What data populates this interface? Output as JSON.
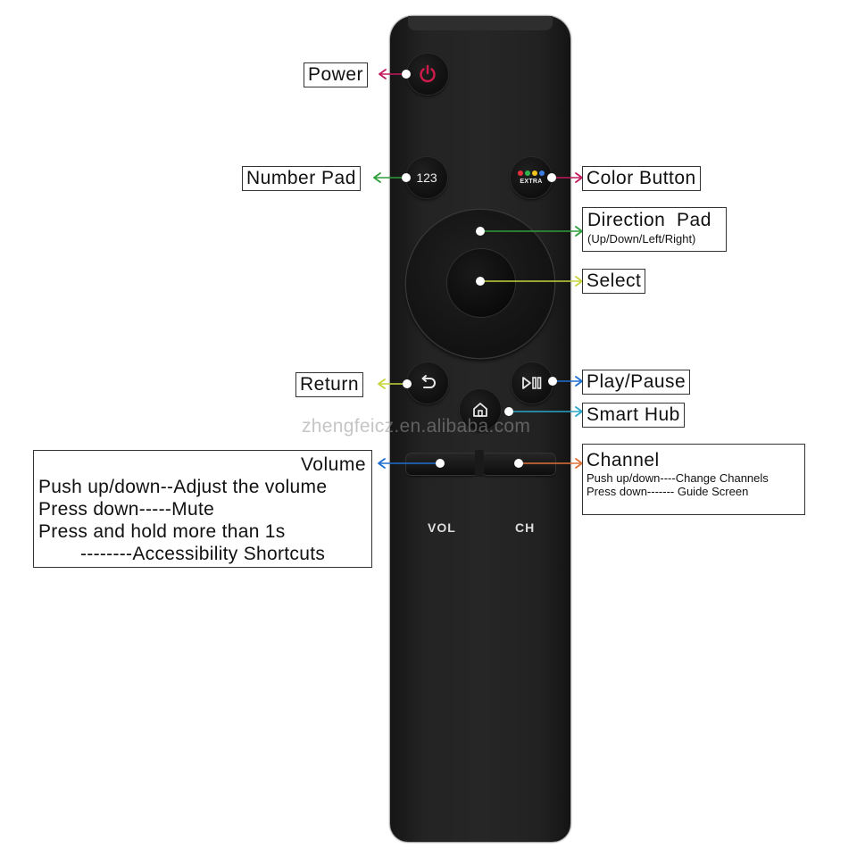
{
  "remote": {
    "button_number_text": "123",
    "button_extra_text": "EXTRA",
    "vol_text": "VOL",
    "ch_text": "CH",
    "extra_dot_colors": [
      "#e8303d",
      "#2fb34a",
      "#f3c51d",
      "#3b7de0"
    ],
    "power_color": "#d01b4b"
  },
  "watermark": "zhengfeicz.en.alibaba.com",
  "labels": {
    "power": "Power",
    "number_pad": "Number Pad",
    "color_button": "Color Button",
    "direction_pad_title": "Direction  Pad",
    "direction_pad_sub": "(Up/Down/Left/Right)",
    "select": "Select",
    "return": "Return",
    "play_pause": "Play/Pause",
    "smart_hub": "Smart Hub",
    "volume": {
      "title": "Volume",
      "lines": [
        "Push up/down--Adjust the volume",
        "Press down-----Mute",
        "Press and hold more than 1s",
        "--------Accessibility Shortcuts"
      ]
    },
    "channel": {
      "title": "Channel",
      "lines": [
        "Push up/down----Change Channels",
        "Press down------- Guide Screen"
      ]
    }
  },
  "arrow_colors": {
    "power": "#c2185b",
    "number_pad": "#2e9e3a",
    "color_button": "#c2185b",
    "direction_pad": "#2e9e3a",
    "select": "#c6d43a",
    "return": "#c6d43a",
    "play_pause": "#1f6fd1",
    "smart_hub": "#2aa6c8",
    "volume": "#1f6fd1",
    "channel": "#e0703a"
  }
}
